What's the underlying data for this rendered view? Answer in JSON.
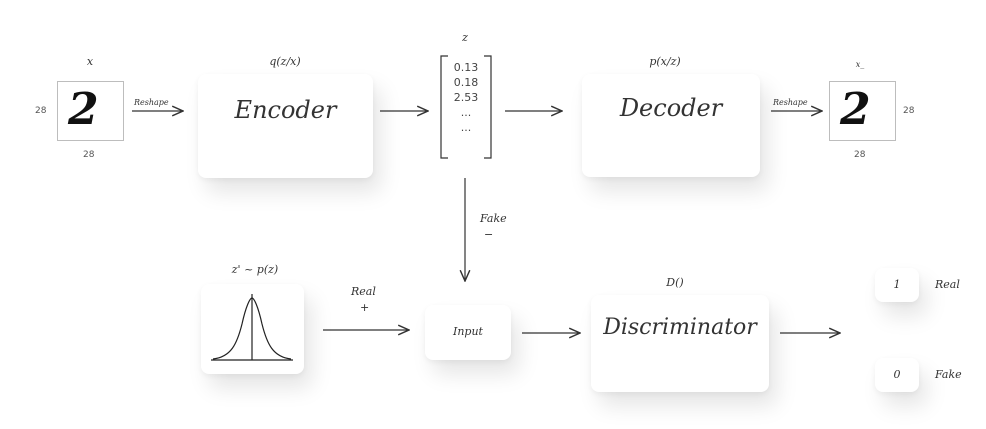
{
  "input_image": {
    "label": "x",
    "digit": "2",
    "height": "28",
    "width": "28"
  },
  "reshape_in": "Reshape",
  "encoder": {
    "title": "q(z/x)",
    "label": "Encoder"
  },
  "latent": {
    "label": "z",
    "values": [
      "0.13",
      "0.18",
      "2.53",
      "...",
      "..."
    ]
  },
  "decoder": {
    "title": "p(x/z)",
    "label": "Decoder"
  },
  "reshape_out": "Reshape",
  "output_image": {
    "label": "x_",
    "digit": "2",
    "height": "28",
    "width": "28"
  },
  "fake_edge": {
    "label": "Fake",
    "sign": "−"
  },
  "prior": {
    "title": "z' ~ p(z)"
  },
  "real_edge": {
    "label": "Real",
    "sign": "+"
  },
  "input_node": "Input",
  "discriminator": {
    "title": "D()",
    "label": "Discriminator"
  },
  "outputs": [
    {
      "value": "1",
      "label": "Real"
    },
    {
      "value": "0",
      "label": "Fake"
    }
  ]
}
